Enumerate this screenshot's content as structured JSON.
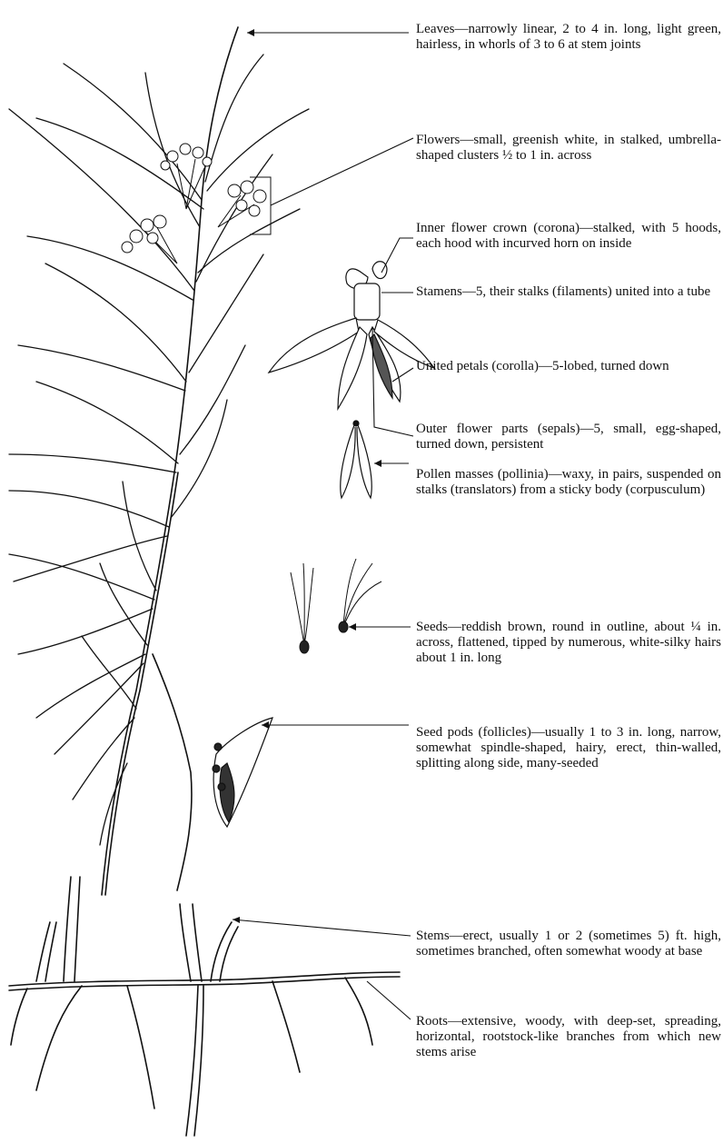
{
  "labels": {
    "leaves": "Leaves—narrowly linear, 2 to 4 in. long, light green, hairless, in whorls of 3 to 6 at stem joints",
    "flowers": "Flowers—small, greenish white, in stalked, umbrella-shaped clusters ½ to 1 in. across",
    "corona": "Inner flower crown (corona)—stalked, with 5 hoods, each hood with incurved horn on inside",
    "stamens": "Stamens—5, their stalks (filaments) united into a tube",
    "corolla": "United petals (corolla)—5-lobed, turned down",
    "sepals": "Outer flower parts (sepals)—5, small, egg-shaped, turned down, persistent",
    "pollinia": "Pollen masses (pollinia)—waxy, in pairs, suspended on stalks (translators) from a sticky body (corpusculum)",
    "seeds": "Seeds—reddish brown, round in outline, about ¼ in. across, flattened, tipped by numerous, white-silky hairs about 1 in. long",
    "pods": "Seed pods (follicles)—usually 1 to 3 in. long, narrow, somewhat spindle-shaped, hairy, erect, thin-walled, splitting along side, many-seeded",
    "stems": "Stems—erect, usually 1 or 2 (sometimes 5) ft. high, sometimes branched, often somewhat woody at base",
    "roots": "Roots—extensive, woody, with deep-set, spreading, horizontal, rootstock-like branches from which new stems arise"
  },
  "colors": {
    "ink": "#111111",
    "paper": "#ffffff"
  }
}
